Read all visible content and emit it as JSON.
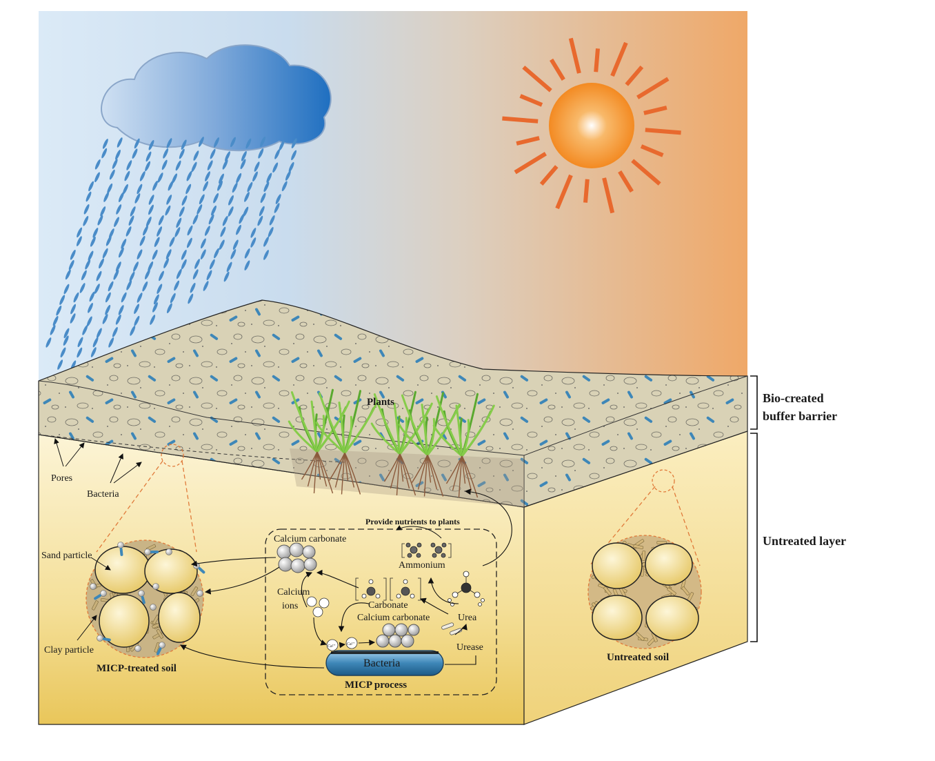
{
  "labels": {
    "plants": "Plants",
    "bio_barrier_line1": "Bio-created",
    "bio_barrier_line2": "buffer barrier",
    "untreated_layer": "Untreated layer",
    "pores": "Pores",
    "bacteria_label": "Bacteria",
    "sand_particle": "Sand particle",
    "clay_particle": "Clay particle",
    "micp_treated_soil": "MICP-treated soil",
    "untreated_soil": "Untreated soil",
    "provide_nutrients": "Provide nutrients to plants",
    "calcium_carbonate_top": "Calcium carbonate",
    "ammonium": "Ammonium",
    "calcium_ions_line1": "Calcium",
    "calcium_ions_line2": "ions",
    "carbonate": "Carbonate",
    "calcium_carbonate_mid": "Calcium carbonate",
    "urea": "Urea",
    "urease": "Urease",
    "bacteria_cell": "Bacteria",
    "micp_process": "MICP process",
    "ca_ion": "Ca²⁺"
  },
  "colors": {
    "sky_left": "#cfe3f5",
    "sky_right": "#efa868",
    "cloud": "#4f8fd0",
    "rain": "#4a8cc8",
    "sun_core": "#f5922e",
    "sun_ray": "#e8692e",
    "topsoil": "#d8d0b4",
    "subsoil_top": "#fbf0c8",
    "subsoil_bottom": "#e9c95a",
    "bacteria_rod": "#3e87b8",
    "plant_green": "#6cbf3a",
    "root_brown": "#8b5a3c",
    "dashed_callout": "#e07a3a"
  }
}
